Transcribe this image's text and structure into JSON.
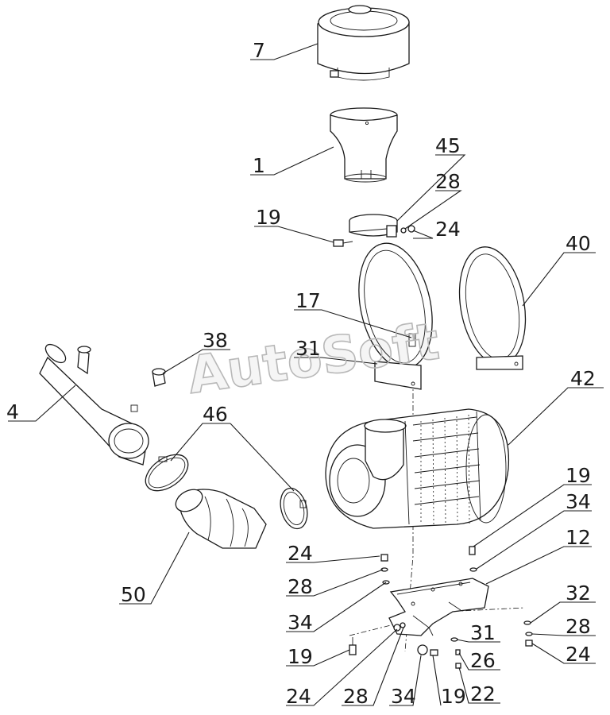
{
  "watermark": "AutoSoft",
  "callouts": {
    "c7": "7",
    "c1": "1",
    "c45": "45",
    "c28_top": "28",
    "c19_top": "19",
    "c24_top": "24",
    "c40": "40",
    "c17": "17",
    "c31_left": "31",
    "c38": "38",
    "c4": "4",
    "c46": "46",
    "c42": "42",
    "c19_right": "19",
    "c34_right": "34",
    "c12": "12",
    "c24_left": "24",
    "c28_left": "28",
    "c34_left": "34",
    "c19_left": "19",
    "c32": "32",
    "c28_right": "28",
    "c24_right": "24",
    "c31_right": "31",
    "c26": "26",
    "c22": "22",
    "c50": "50",
    "c24_bottom": "24",
    "c28_bottom": "28",
    "c34_bottom": "34",
    "c19_bottom": "19"
  },
  "colors": {
    "line": "#1a1a1a",
    "watermark": "#b8b8b8",
    "background": "#ffffff"
  }
}
